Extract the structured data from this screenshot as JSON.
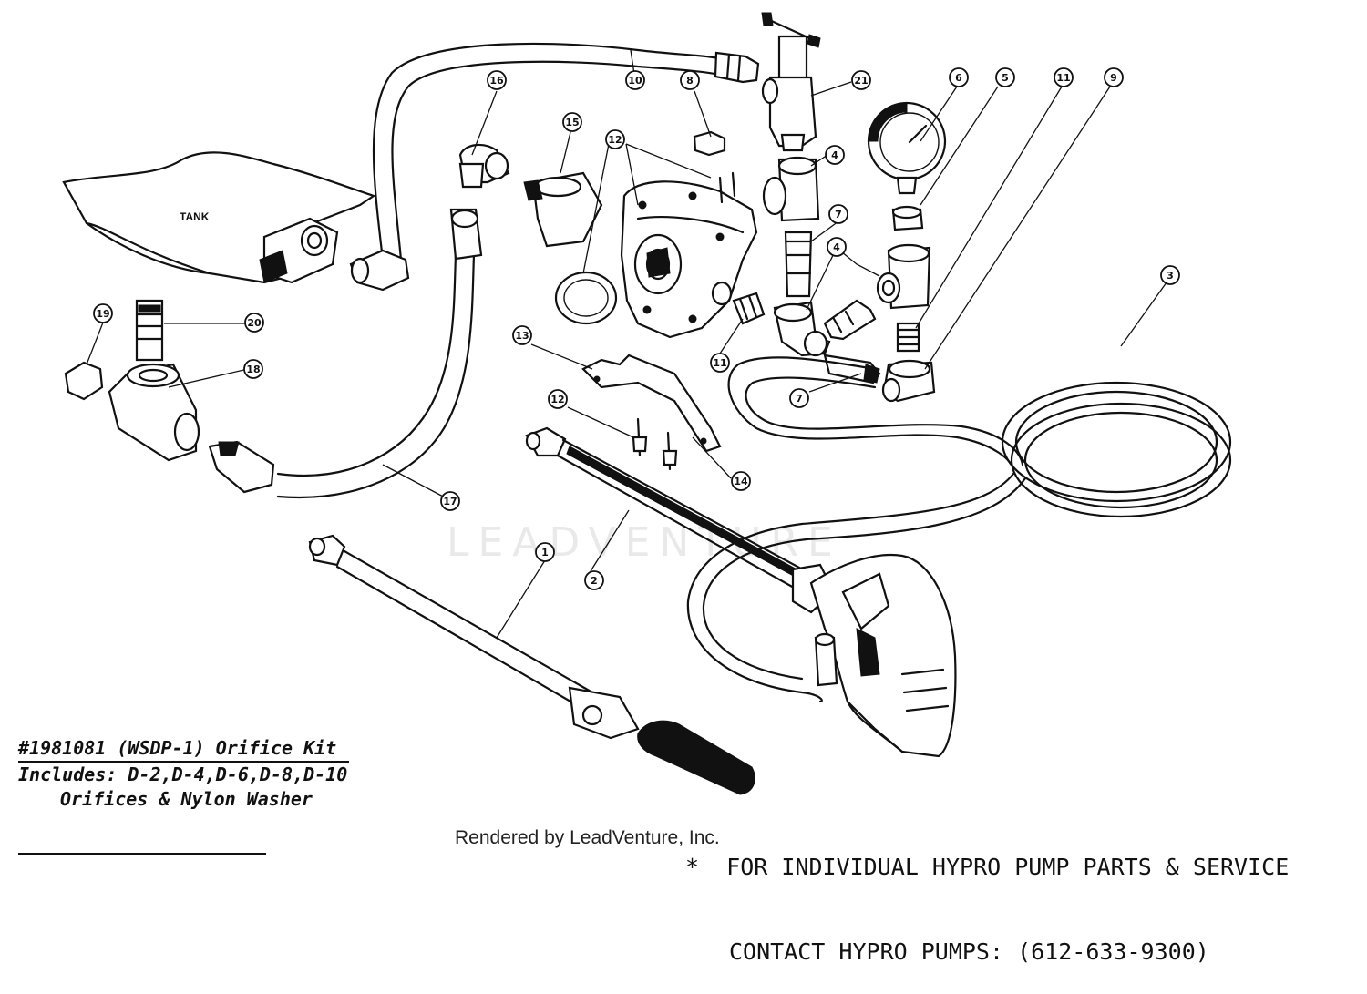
{
  "diagram": {
    "tank_label": "TANK",
    "watermark": "LEADVENTURE",
    "callouts": [
      "1",
      "2",
      "3",
      "4",
      "4",
      "5",
      "6",
      "7",
      "7",
      "8",
      "9",
      "10",
      "11",
      "11",
      "12",
      "12",
      "13",
      "14",
      "15",
      "16",
      "17",
      "18",
      "19",
      "20",
      "21"
    ]
  },
  "kit_note": {
    "title": "#1981081 (WSDP-1) Orifice Kit",
    "line2": "Includes: D-2,D-4,D-6,D-8,D-10",
    "line3": "Orifices & Nylon Washer"
  },
  "service_note": {
    "line1": "*  FOR INDIVIDUAL HYPRO PUMP PARTS & SERVICE",
    "line2": "CONTACT HYPRO PUMPS: (612-633-9300)"
  },
  "footer": {
    "rendered_by": "Rendered by LeadVenture, Inc."
  }
}
